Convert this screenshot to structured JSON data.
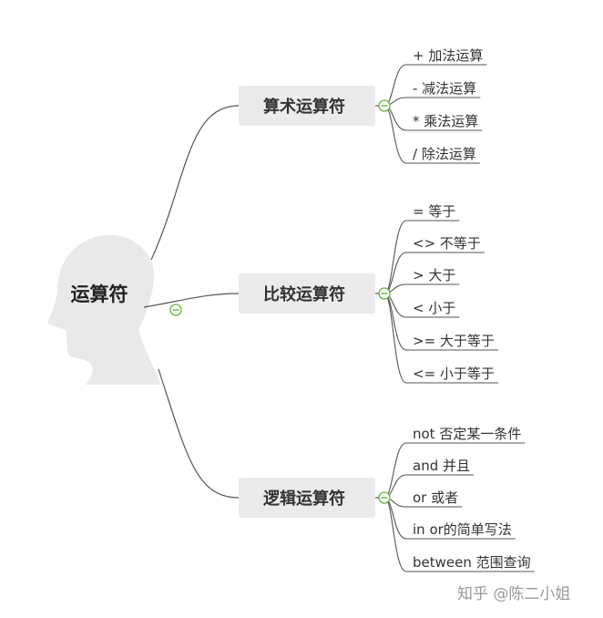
{
  "root": {
    "label": "运算符"
  },
  "categories": [
    {
      "label": "算术运算符",
      "items": [
        {
          "op": "+",
          "desc": "加法运算"
        },
        {
          "op": "-",
          "desc": "减法运算"
        },
        {
          "op": "*",
          "desc": "乘法运算"
        },
        {
          "op": "/",
          "desc": "除法运算"
        }
      ]
    },
    {
      "label": "比较运算符",
      "items": [
        {
          "op": "=",
          "desc": "等于"
        },
        {
          "op": "<>",
          "desc": "不等于"
        },
        {
          "op": ">",
          "desc": "大于"
        },
        {
          "op": "<",
          "desc": "小于"
        },
        {
          "op": ">=",
          "desc": "大于等于"
        },
        {
          "op": "<=",
          "desc": "小于等于"
        }
      ]
    },
    {
      "label": "逻辑运算符",
      "items": [
        {
          "op": "not",
          "desc": "否定某一条件"
        },
        {
          "op": "and",
          "desc": "并且"
        },
        {
          "op": "or",
          "desc": "或者"
        },
        {
          "op": "in",
          "desc": "or的简单写法"
        },
        {
          "op": "between",
          "desc": "范围查询"
        }
      ]
    }
  ],
  "watermark": "知乎 @陈二小姐",
  "colors": {
    "line": "#555555",
    "category_bg": "#ebebeb",
    "head_fill": "#e9e9e9",
    "collapse_icon": "#67b336"
  }
}
